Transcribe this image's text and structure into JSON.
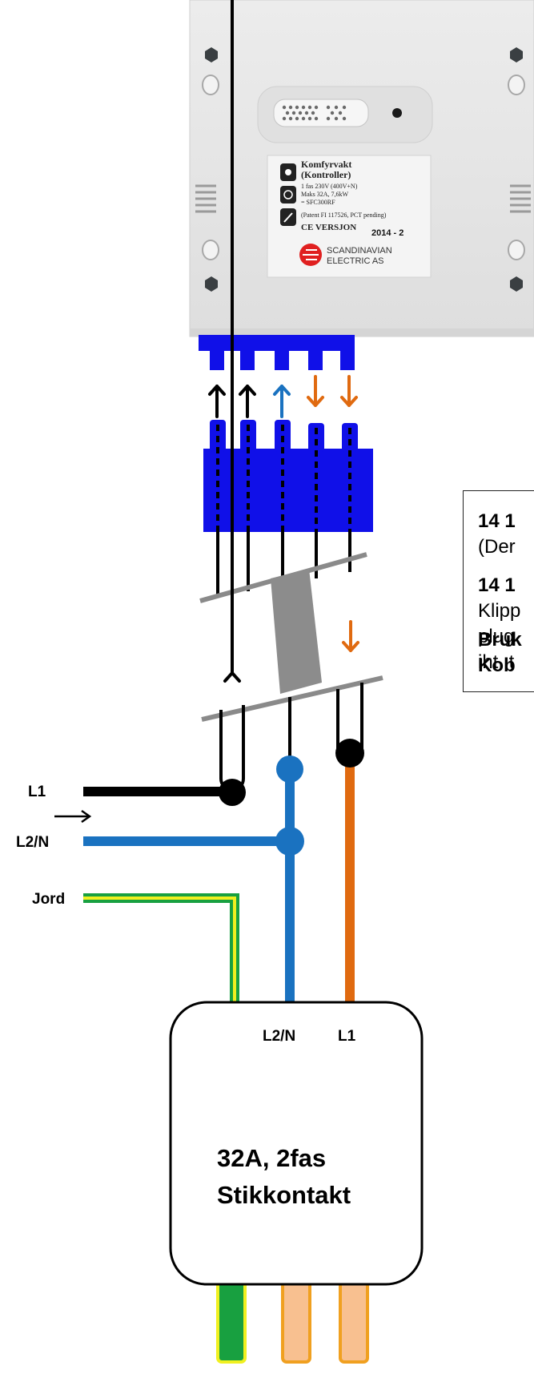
{
  "device": {
    "sticker_title": "Komfyrvakt",
    "sticker_subtitle": "(Kontroller)",
    "spec_line1": "1 fas 230V (400V+N)",
    "spec_line2": "Maks 32A, 7,6kW",
    "spec_line3": "= SFC300RF",
    "patent": "(Patent FI 117526, PCT pending)",
    "ce_version": "CE VERSJON",
    "version_code": "2014 - 2",
    "brand_line1": "SCANDINAVIAN",
    "brand_line2": "ELECTRIC AS"
  },
  "labels": {
    "l1_left": "L1",
    "l2n_left": "L2/N",
    "jord": "Jord",
    "socket_l2n": "L2/N",
    "socket_l1": "L1",
    "socket_rating": "32A, 2fas",
    "socket_name": "Stikkontakt"
  },
  "note": {
    "line1": "14 1",
    "line2": "(Der",
    "line3": "14 1",
    "line4": "Klipp",
    "line5": "plug",
    "line6": "iht. t",
    "line7": "Bruk",
    "line8": "Kob"
  },
  "colors": {
    "connector_blue": "#1010e8",
    "wire_black": "#000000",
    "wire_blue": "#1a72c0",
    "wire_orange": "#e06a10",
    "wire_earth_green": "#18a040",
    "wire_earth_yellow": "#f0f020",
    "device_body": "#e6e6e6"
  }
}
